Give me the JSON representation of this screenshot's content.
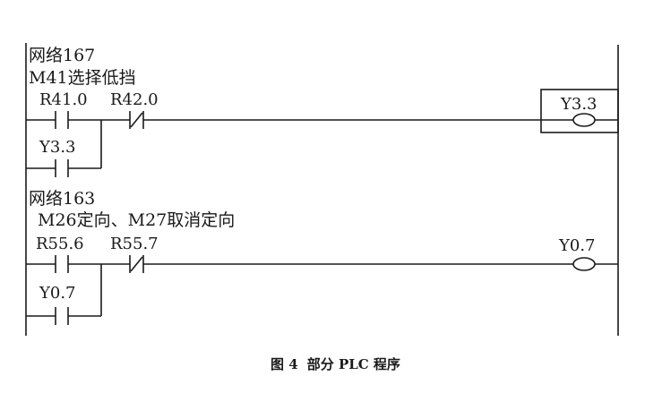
{
  "networks": [
    {
      "title": "网络167",
      "comment": "M41选择低挡",
      "contact1": "R41.0",
      "contact2": "R42.0",
      "branch": "Y3.3",
      "coil": "Y3.3"
    },
    {
      "title": "网络163",
      "comment": "M26定向、M27取消定向",
      "contact1": "R55.6",
      "contact2": "R55.7",
      "branch": "Y0.7",
      "coil": "Y0.7"
    }
  ],
  "caption": {
    "figure": "图 4",
    "title": "部分 PLC 程序"
  }
}
